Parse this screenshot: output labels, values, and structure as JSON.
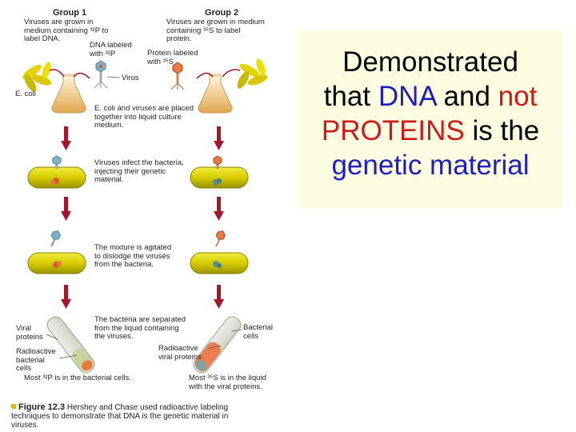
{
  "group1": {
    "title": "Group 1",
    "desc": [
      "Viruses are grown in",
      "medium containing ³²P to",
      "label DNA."
    ],
    "dna_label": [
      "DNA labeled",
      "with ³²P"
    ],
    "ecoli_label": "E. coli"
  },
  "group2": {
    "title": "Group 2",
    "desc": [
      "Viruses are grown in medium",
      "containing ³⁵S to label",
      "protein."
    ],
    "protein_label": [
      "Protein labeled",
      "with ³⁵S"
    ]
  },
  "virus_label": "Virus",
  "steps": [
    [
      "E. coli and viruses are placed",
      "together into liquid culture",
      "medium."
    ],
    [
      "Viruses infect the bacteria,",
      "injecting their genetic",
      "material."
    ],
    [
      "The mixture is agitated",
      "to dislodge the viruses",
      "from the bacteria."
    ],
    [
      "The bacteria are separated",
      "from the liquid containing",
      "the viruses."
    ]
  ],
  "tube1": {
    "viral_proteins": [
      "Viral",
      "proteins"
    ],
    "bacterial_cells": [
      "Radioactive",
      "bacterial",
      "cells"
    ],
    "result": "Most ³²P is in the bacterial cells."
  },
  "tube2": {
    "bacterial_cells": [
      "Bacterial",
      "cells"
    ],
    "viral_proteins": [
      "Radioactive",
      "viral proteins"
    ],
    "result": [
      "Most ³⁵S is in the liquid",
      "with the viral proteins."
    ]
  },
  "caption": {
    "label": "Figure 12.3",
    "text": [
      "Hershey and Chase used radioactive labeling",
      "techniques to demonstrate that DNA is the genetic material in",
      "viruses."
    ]
  },
  "callout": {
    "w1": "Demonstrated",
    "w2": "that",
    "dna": "DNA",
    "w3": "and",
    "not": "not",
    "proteins": "PROTEINS",
    "w4": "is the",
    "genetic": "genetic material"
  },
  "colors": {
    "arrow": "#a3162b",
    "bacterium_fill": "#e8e000",
    "callout_bg": "#fcfce0",
    "dna_text": "#1f1fbf",
    "not_text": "#cc1b1b"
  }
}
